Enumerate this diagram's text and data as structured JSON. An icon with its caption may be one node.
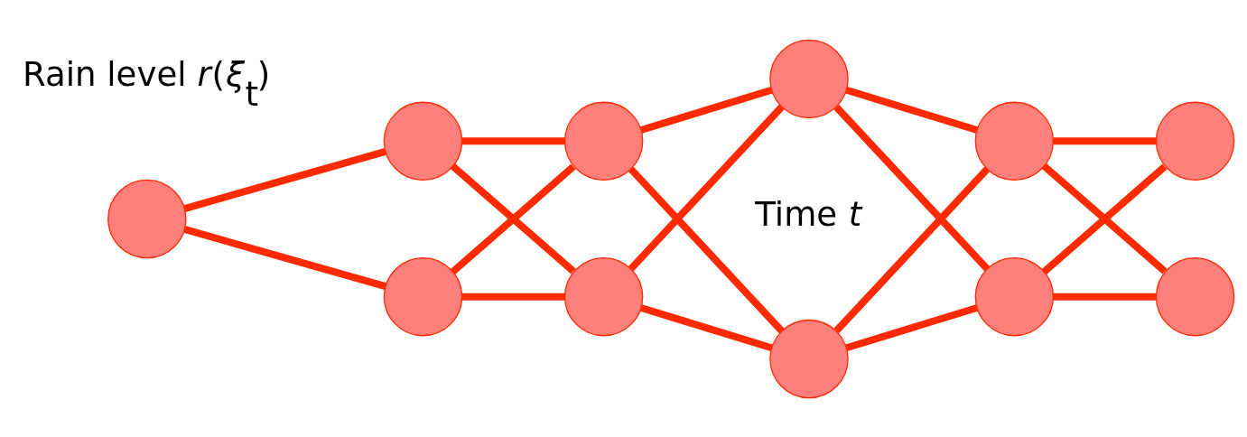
{
  "diagram": {
    "nodes": [
      {
        "text": [],
        "shape": "circle"
      },
      {
        "text": [],
        "shape": "circle"
      },
      {
        "text": [],
        "shape": "circle"
      },
      {
        "text": [],
        "shape": "circle"
      },
      {
        "text": [],
        "shape": "circle"
      },
      {
        "text": [],
        "shape": "circle"
      },
      {
        "text": [],
        "shape": "circle"
      },
      {
        "text": [],
        "shape": "circle"
      },
      {
        "text": [],
        "shape": "circle"
      },
      {
        "text": [],
        "shape": "circle"
      },
      {
        "text": [],
        "shape": "circle"
      }
    ],
    "edges": [
      {
        "from": 0,
        "to": 1,
        "arrow": "none"
      },
      {
        "from": 0,
        "to": 2,
        "arrow": "none"
      },
      {
        "from": 1,
        "to": 3,
        "arrow": "none"
      },
      {
        "from": 1,
        "to": 4,
        "arrow": "none"
      },
      {
        "from": 2,
        "to": 3,
        "arrow": "none"
      },
      {
        "from": 2,
        "to": 4,
        "arrow": "none"
      },
      {
        "from": 3,
        "to": 5,
        "arrow": "none"
      },
      {
        "from": 3,
        "to": 6,
        "arrow": "none"
      },
      {
        "from": 4,
        "to": 5,
        "arrow": "none"
      },
      {
        "from": 4,
        "to": 6,
        "arrow": "none"
      },
      {
        "from": 5,
        "to": 7,
        "arrow": "none"
      },
      {
        "from": 5,
        "to": 8,
        "arrow": "none"
      },
      {
        "from": 6,
        "to": 7,
        "arrow": "none"
      },
      {
        "from": 6,
        "to": 8,
        "arrow": "none"
      },
      {
        "from": 7,
        "to": 9,
        "arrow": "none"
      },
      {
        "from": 7,
        "to": 10,
        "arrow": "none"
      },
      {
        "from": 8,
        "to": 9,
        "arrow": "none"
      },
      {
        "from": 8,
        "to": 10,
        "arrow": "none"
      }
    ],
    "labels": [
      "Rain level *r*(*ξ*$_{t}$)",
      "Time *t*"
    ]
  }
}
